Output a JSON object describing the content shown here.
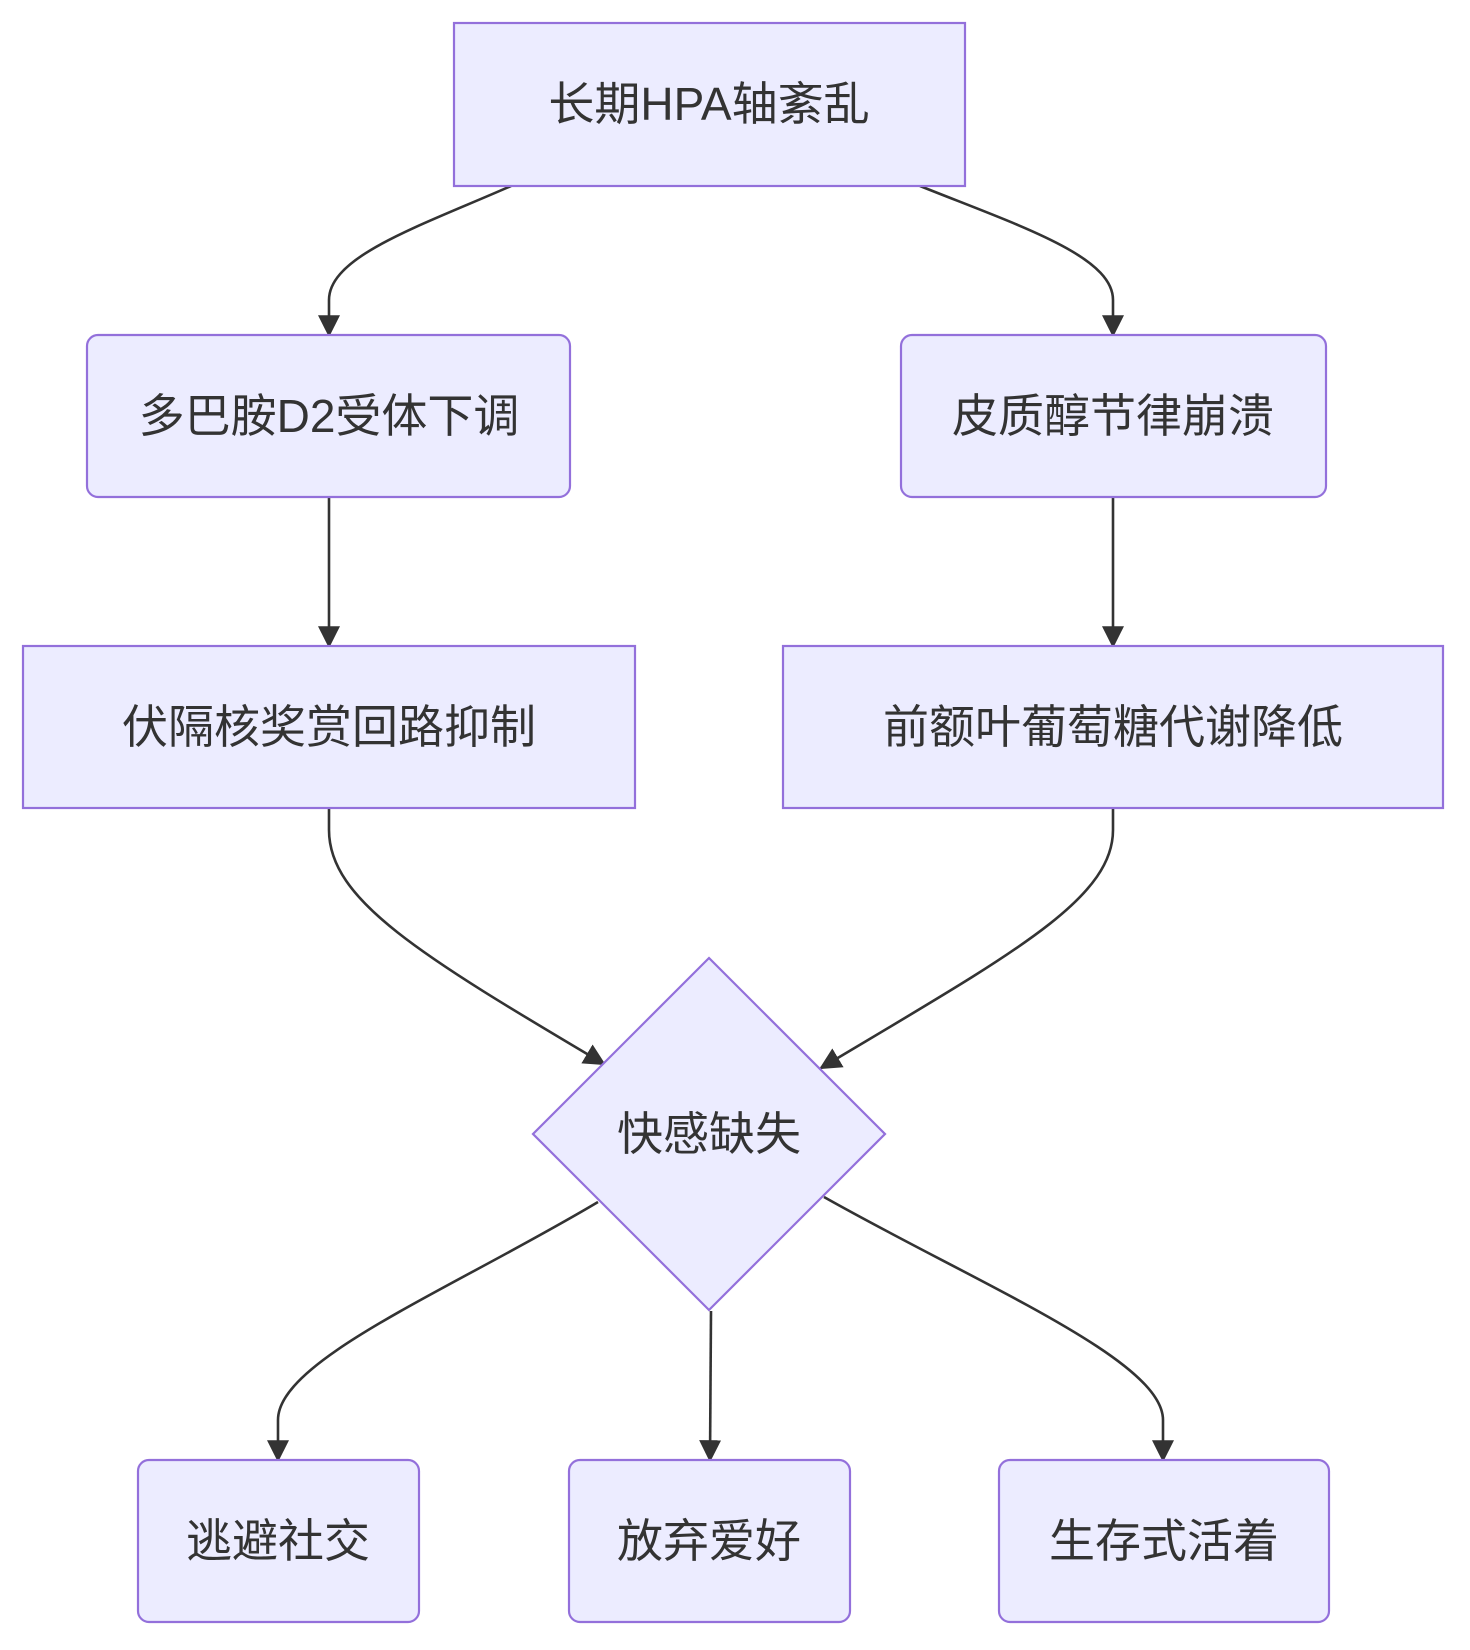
{
  "diagram": {
    "nodes": {
      "hpa": "长期HPA轴紊乱",
      "d2": "多巴胺D2受体下调",
      "cortisol": "皮质醇节律崩溃",
      "nacc": "伏隔核奖赏回路抑制",
      "pfc": "前额叶葡萄糖代谢降低",
      "anhedonia": "快感缺失",
      "social": "逃避社交",
      "hobby": "放弃爱好",
      "survival": "生存式活着"
    }
  },
  "colors": {
    "node_fill": "#ECECFF",
    "node_stroke": "#9370DB",
    "edge": "#333333",
    "text": "#333333"
  }
}
